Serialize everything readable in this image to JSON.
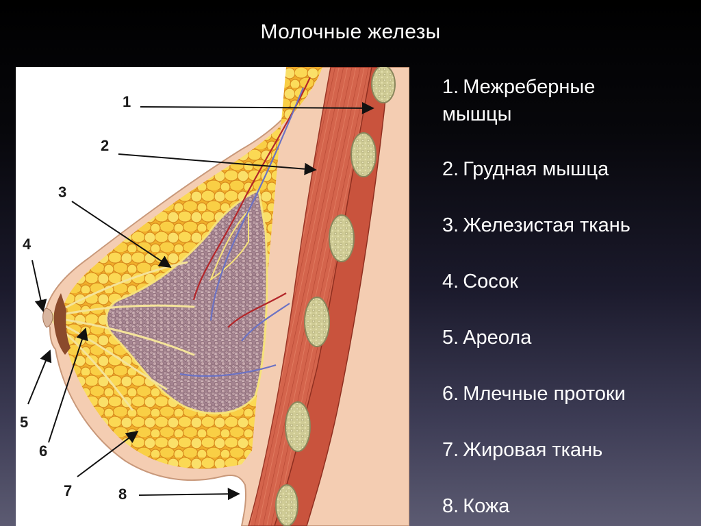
{
  "title": "Молочные железы",
  "diagram": {
    "callouts": [
      "1",
      "2",
      "3",
      "4",
      "5",
      "6",
      "7",
      "8"
    ]
  },
  "legend": {
    "items": [
      {
        "number": "1.",
        "lines": [
          "Межреберные",
          "мышцы"
        ]
      },
      {
        "number": "2.",
        "lines": [
          "Грудная мышца"
        ]
      },
      {
        "number": "3.",
        "lines": [
          "Железистая ткань"
        ]
      },
      {
        "number": "4.",
        "lines": [
          "Сосок"
        ]
      },
      {
        "number": "5.",
        "lines": [
          "Ареола"
        ]
      },
      {
        "number": "6.",
        "lines": [
          "Млечные протоки"
        ]
      },
      {
        "number": "7.",
        "lines": [
          "Жировая ткань"
        ]
      },
      {
        "number": "8.",
        "lines": [
          "Кожа"
        ]
      }
    ]
  },
  "colors": {
    "background_top": "#000000",
    "background_bottom": "#5c5b72",
    "panel": "#ffffff",
    "skin": "#f6d5bd",
    "fat": "#f2b733",
    "fat_light": "#fbe46a",
    "gland": "#9d7f86",
    "muscle": "#cc5a45",
    "rib": "#c9c590",
    "text": "#ffffff"
  }
}
